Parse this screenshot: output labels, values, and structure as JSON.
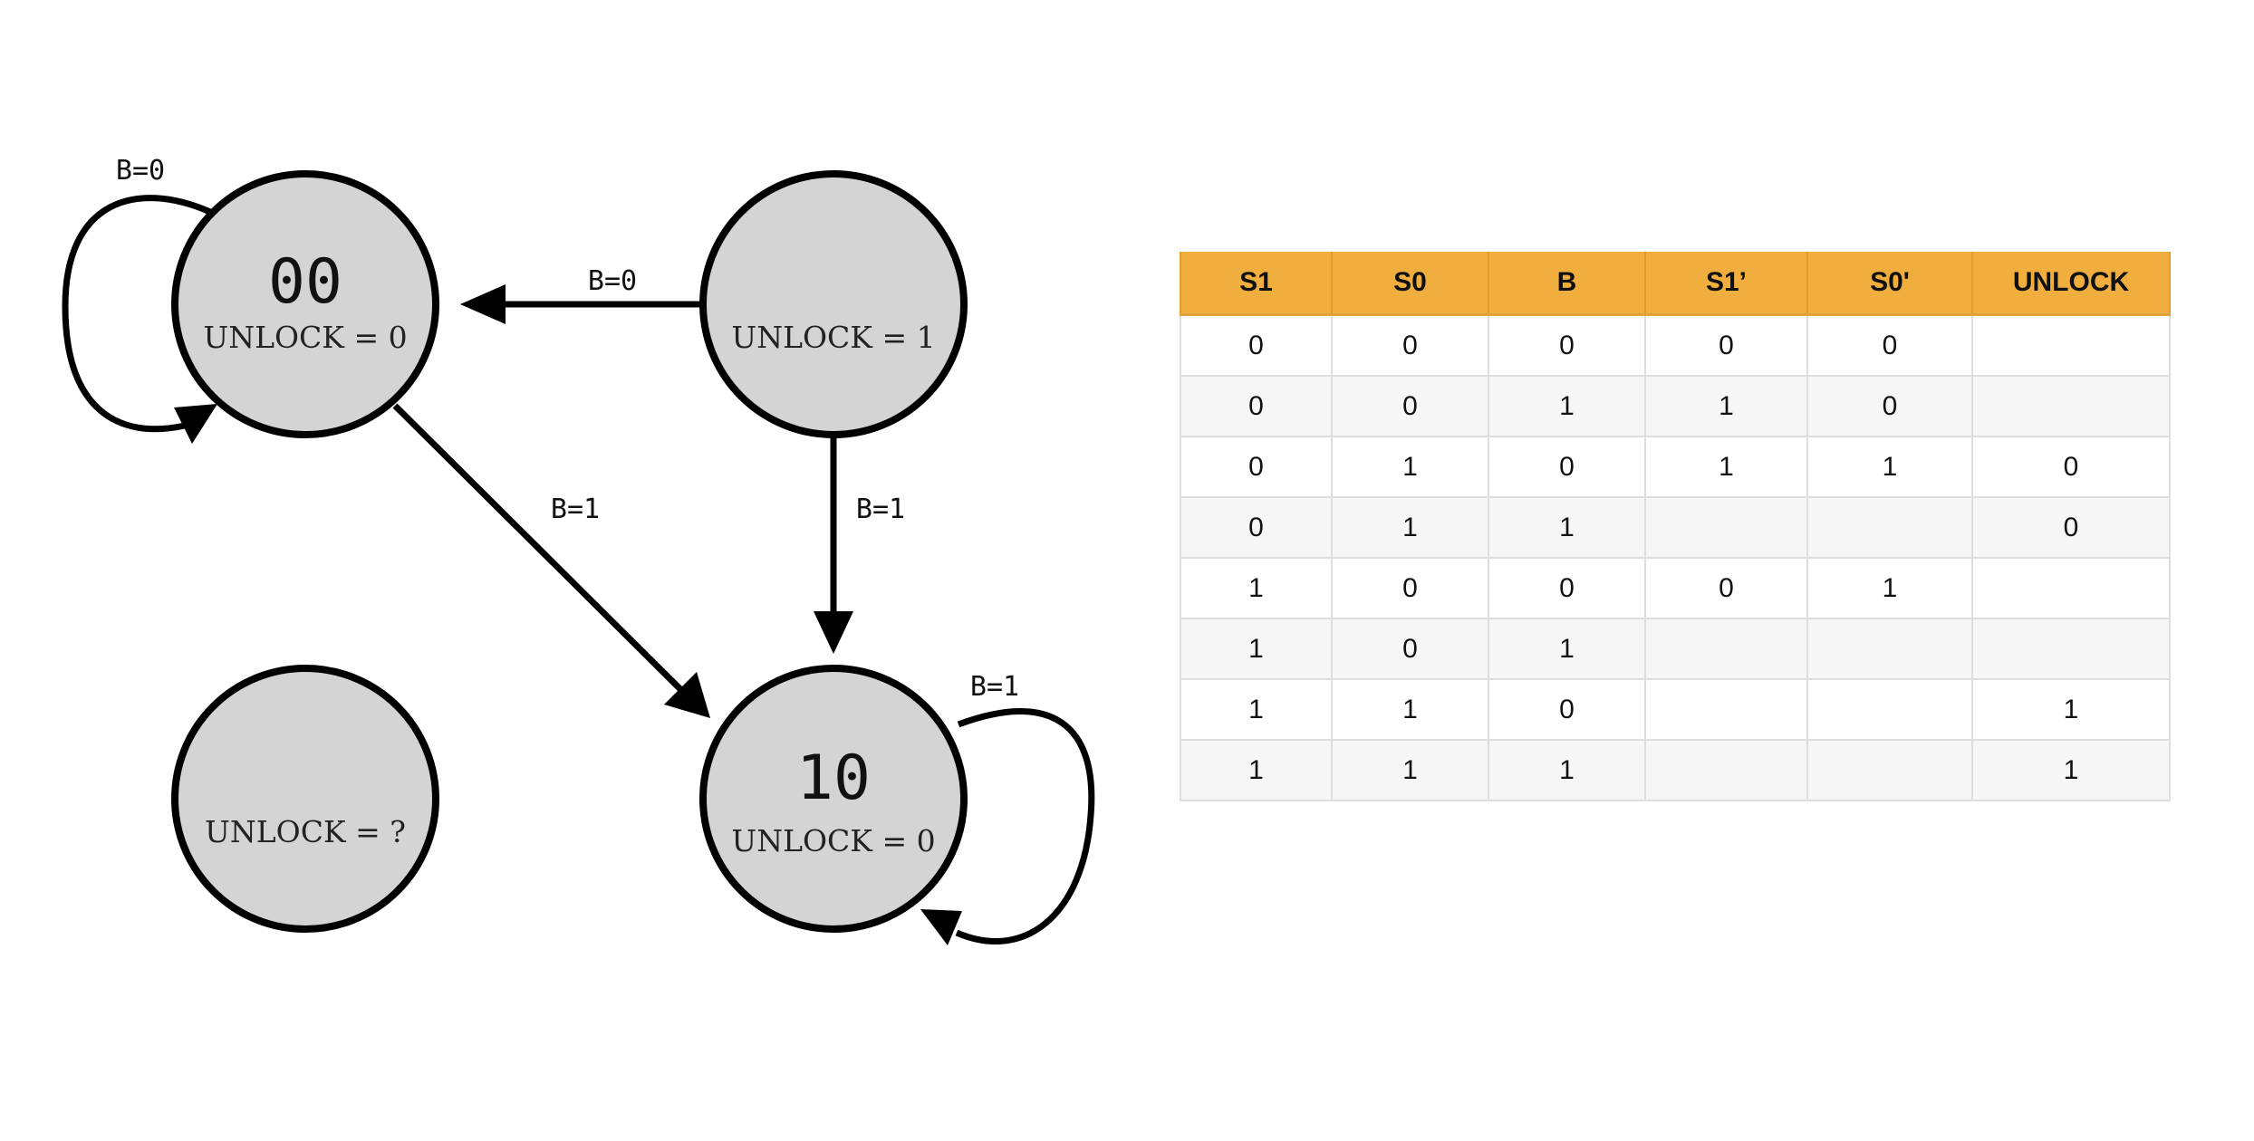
{
  "diagram": {
    "states": [
      {
        "id": "s00",
        "name": "00",
        "output": "UNLOCK = 0"
      },
      {
        "id": "s01",
        "name": "",
        "output": "UNLOCK = 1"
      },
      {
        "id": "s11",
        "name": "",
        "output": "UNLOCK = ?"
      },
      {
        "id": "s10",
        "name": "10",
        "output": "UNLOCK = 0"
      }
    ],
    "transitions": [
      {
        "from": "00",
        "to": "00",
        "label": "B=0"
      },
      {
        "from": "01",
        "to": "00",
        "label": "B=0"
      },
      {
        "from": "00",
        "to": "10",
        "label": "B=1"
      },
      {
        "from": "01",
        "to": "10",
        "label": "B=1"
      },
      {
        "from": "10",
        "to": "10",
        "label": "B=1"
      }
    ]
  },
  "table": {
    "headers": [
      "S1",
      "S0",
      "B",
      "S1’",
      "S0'",
      "UNLOCK"
    ],
    "rows": [
      [
        "0",
        "0",
        "0",
        "0",
        "0",
        ""
      ],
      [
        "0",
        "0",
        "1",
        "1",
        "0",
        ""
      ],
      [
        "0",
        "1",
        "0",
        "1",
        "1",
        "0"
      ],
      [
        "0",
        "1",
        "1",
        "",
        "",
        "0"
      ],
      [
        "1",
        "0",
        "0",
        "0",
        "1",
        ""
      ],
      [
        "1",
        "0",
        "1",
        "",
        "",
        ""
      ],
      [
        "1",
        "1",
        "0",
        "",
        "",
        "1"
      ],
      [
        "1",
        "1",
        "1",
        "",
        "",
        "1"
      ]
    ]
  }
}
